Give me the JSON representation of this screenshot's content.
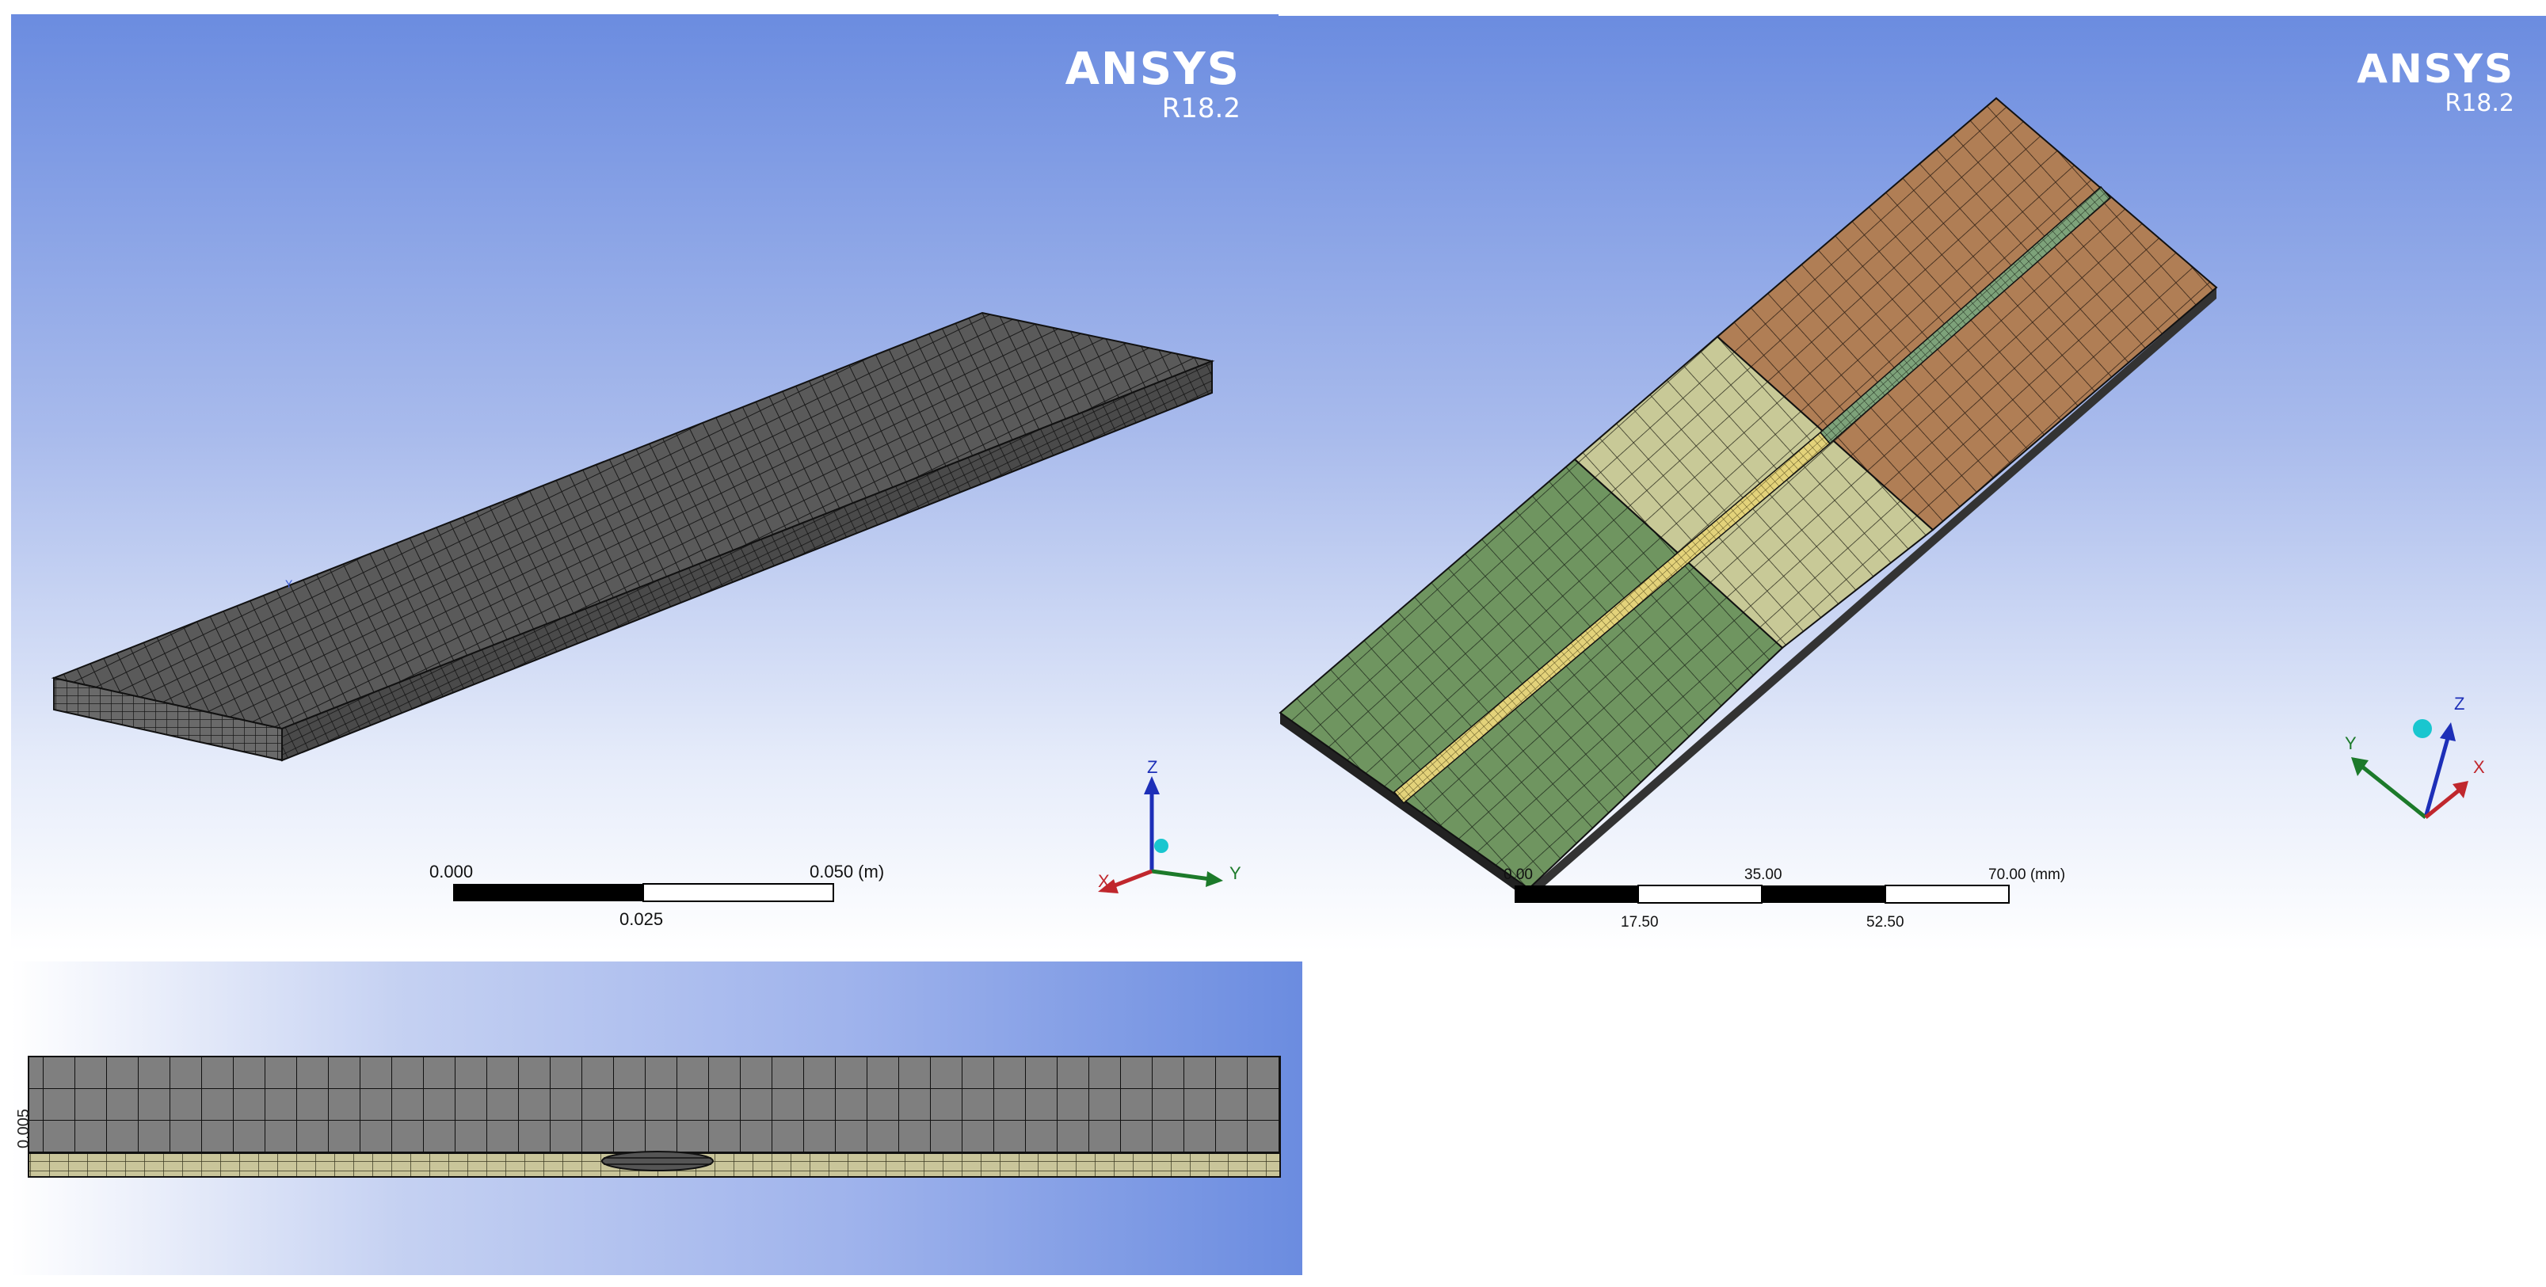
{
  "brand": {
    "name": "ANSYS",
    "version": "R18.2"
  },
  "view_isometric": {
    "scale_labels": {
      "start": "0.000",
      "end": "0.050 (m)",
      "mid": "0.025"
    },
    "triad": {
      "z": "Z",
      "x": "X",
      "y": "Y"
    }
  },
  "view_top": {
    "scale_labels": {
      "start": "0.00",
      "t35": "35.00",
      "end": "70.00 (mm)",
      "t1750": "17.50",
      "t5250": "52.50"
    },
    "triad": {
      "z": "Z",
      "x": "X",
      "y": "Y"
    },
    "colors": {
      "green": "#6f9560",
      "khaki": "#c8c997",
      "brown": "#b07e55",
      "weld": "#e3d27a",
      "teal": "#7da27a"
    }
  },
  "view_side": {
    "scale_label": "0.005"
  }
}
